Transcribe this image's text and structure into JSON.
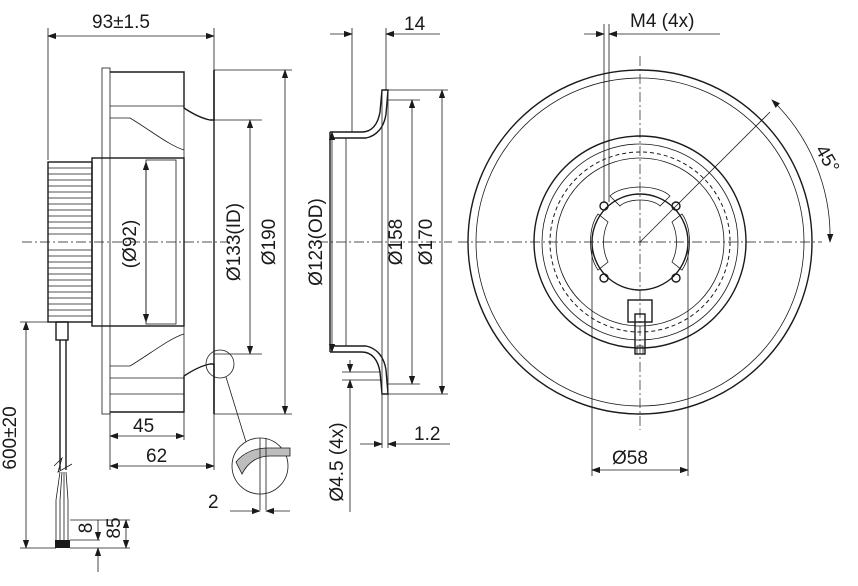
{
  "dimensions": {
    "overall_depth": "93±1.5",
    "rotor_depth": "14",
    "mount_thread": "M4 (4x)",
    "motor_dia": "(Ø92)",
    "inlet_id": "Ø133(ID)",
    "impeller_dia": "Ø190",
    "inlet_od": "Ø123(OD)",
    "ring_158": "Ø158",
    "ring_170": "Ø170",
    "angle": "45°",
    "depth_45": "45",
    "depth_62": "62",
    "cable_length": "600±20",
    "lead_8": "8",
    "lead_85": "85",
    "gap_2": "2",
    "hole_dia": "Ø4.5 (4x)",
    "plate_thk": "1.2",
    "hub_dia": "Ø58"
  }
}
